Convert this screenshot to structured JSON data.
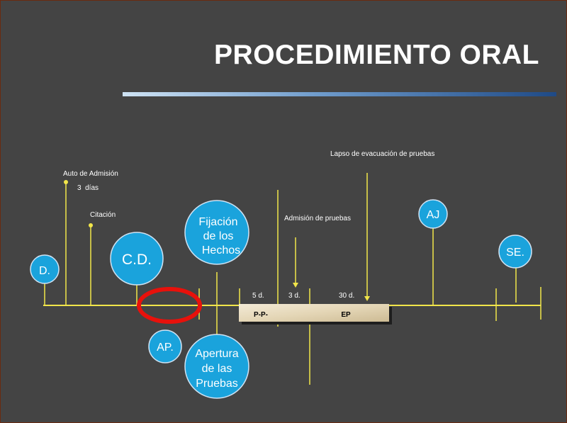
{
  "title": "PROCEDIMIENTO ORAL",
  "circles": {
    "d": "D.",
    "cd": "C.D.",
    "fijacion": [
      "Fijación",
      "de los",
      "Hechos"
    ],
    "ap": "AP.",
    "apertura": [
      "Apertura",
      "de las",
      "Pruebas"
    ],
    "aj": "AJ",
    "se": "SE."
  },
  "annotations": {
    "auto_admision": "Auto de Admisión",
    "tres_dias": "3  días",
    "citacion": "Citación",
    "admision_pruebas": "Admisión de pruebas",
    "lapso_evacuacion": "Lapso de evacuación de pruebas",
    "cinco_d": "5 d.",
    "tres_d": "3 d.",
    "treinta_d": "30 d."
  },
  "box": {
    "pp": "P-P-",
    "ep": "EP"
  },
  "colors": {
    "background": "#444444",
    "line": "#f2e64a",
    "circle_fill": "#1aa3dc",
    "circle_stroke": "#cfe3f4",
    "highlight": "#e8110b",
    "box_fill": "#e9dcc0"
  }
}
